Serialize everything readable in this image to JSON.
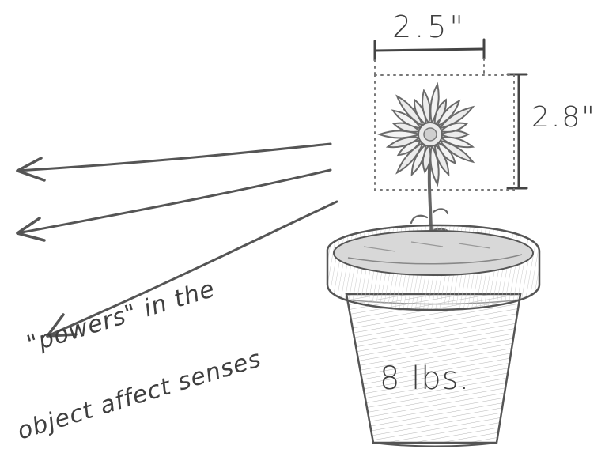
{
  "labels": {
    "width_dimension": "2.5\"",
    "height_dimension": "2.8\"",
    "pot_weight": "8 lbs.",
    "caption_line_1": "\"powers\" in the",
    "caption_line_2": "object affect senses"
  },
  "colors": {
    "pencil": "#555555",
    "pencil_light": "#9a9a9a",
    "pencil_dark": "#3a3a3a",
    "paper": "#ffffff"
  },
  "icons": {
    "flower": "flower-head-icon",
    "pot": "flower-pot-icon",
    "arrows": "left-arrow-icon"
  }
}
